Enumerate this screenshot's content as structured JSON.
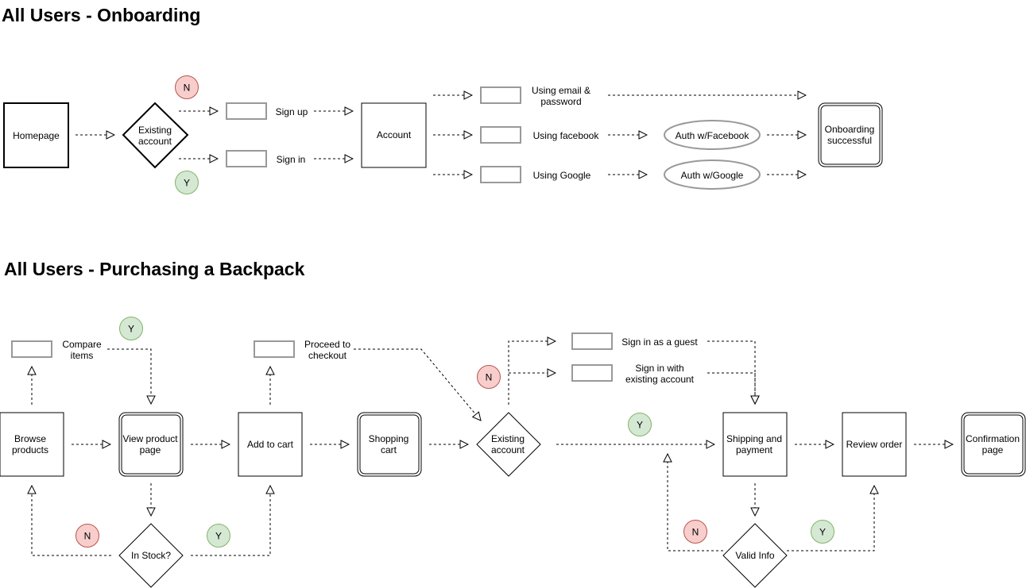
{
  "sections": {
    "onboarding_title": "All Users - Onboarding",
    "purchasing_title": "All Users - Purchasing a Backpack"
  },
  "onboarding": {
    "homepage": "Homepage",
    "existing_account": [
      "Existing",
      "account"
    ],
    "badge_n": "N",
    "badge_y": "Y",
    "sign_up": "Sign up",
    "sign_in": "Sign in",
    "account": "Account",
    "using_email": [
      "Using email &",
      "password"
    ],
    "using_facebook": "Using facebook",
    "using_google": "Using Google",
    "auth_facebook": "Auth w/Facebook",
    "auth_google": "Auth w/Google",
    "success": [
      "Onboarding",
      "successful"
    ]
  },
  "purchasing": {
    "compare_items": [
      "Compare",
      "items"
    ],
    "browse_products": [
      "Browse",
      "products"
    ],
    "view_product_page": [
      "View product",
      "page"
    ],
    "add_to_cart": "Add to cart",
    "proceed_to_checkout": [
      "Proceed to",
      "checkout"
    ],
    "shopping_cart": [
      "Shopping",
      "cart"
    ],
    "existing_account": [
      "Existing",
      "account"
    ],
    "sign_in_guest": "Sign in as a guest",
    "sign_in_existing": [
      "Sign in with",
      "existing account"
    ],
    "shipping_payment": [
      "Shipping and",
      "payment"
    ],
    "review_order": "Review order",
    "confirmation_page": [
      "Confirmation",
      "page"
    ],
    "in_stock": "In Stock?",
    "valid_info": "Valid Info",
    "badge_n": "N",
    "badge_y": "Y"
  },
  "colors": {
    "badge_n_fill": "#f8cecc",
    "badge_n_stroke": "#b85450",
    "badge_y_fill": "#d5e8d4",
    "badge_y_stroke": "#82b366",
    "placeholder_stroke": "#999999"
  }
}
